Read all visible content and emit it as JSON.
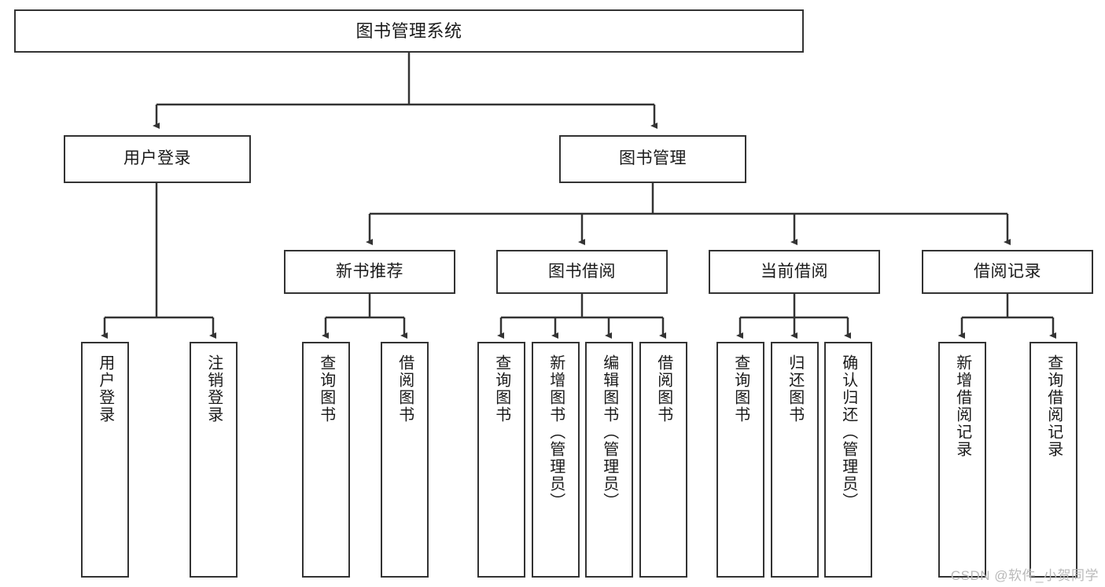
{
  "diagram": {
    "title": "图书管理系统",
    "watermark": "CSDN @软件_小贺同学",
    "colors": {
      "background": "#ffffff",
      "border": "#333333",
      "text": "#1a1a1a",
      "watermark": "#b9b9b9"
    },
    "nodes": {
      "root": {
        "label": "图书管理系统"
      },
      "level2": [
        {
          "label": "用户登录"
        },
        {
          "label": "图书管理"
        }
      ],
      "level3": [
        {
          "label": "新书推荐"
        },
        {
          "label": "图书借阅"
        },
        {
          "label": "当前借阅"
        },
        {
          "label": "借阅记录"
        }
      ],
      "leaves": {
        "user_login": [
          {
            "label": "用户登录"
          },
          {
            "label": "注销登录"
          }
        ],
        "new_book_recommend": [
          {
            "label": "查询图书"
          },
          {
            "label": "借阅图书"
          }
        ],
        "book_borrow": [
          {
            "label": "查询图书"
          },
          {
            "label": "新增图书（管理员）"
          },
          {
            "label": "编辑图书（管理员）"
          },
          {
            "label": "借阅图书"
          }
        ],
        "current_borrow": [
          {
            "label": "查询图书"
          },
          {
            "label": "归还图书"
          },
          {
            "label": "确认归还（管理员）"
          }
        ],
        "borrow_records": [
          {
            "label": "新增借阅记录"
          },
          {
            "label": "查询借阅记录"
          }
        ]
      }
    }
  }
}
